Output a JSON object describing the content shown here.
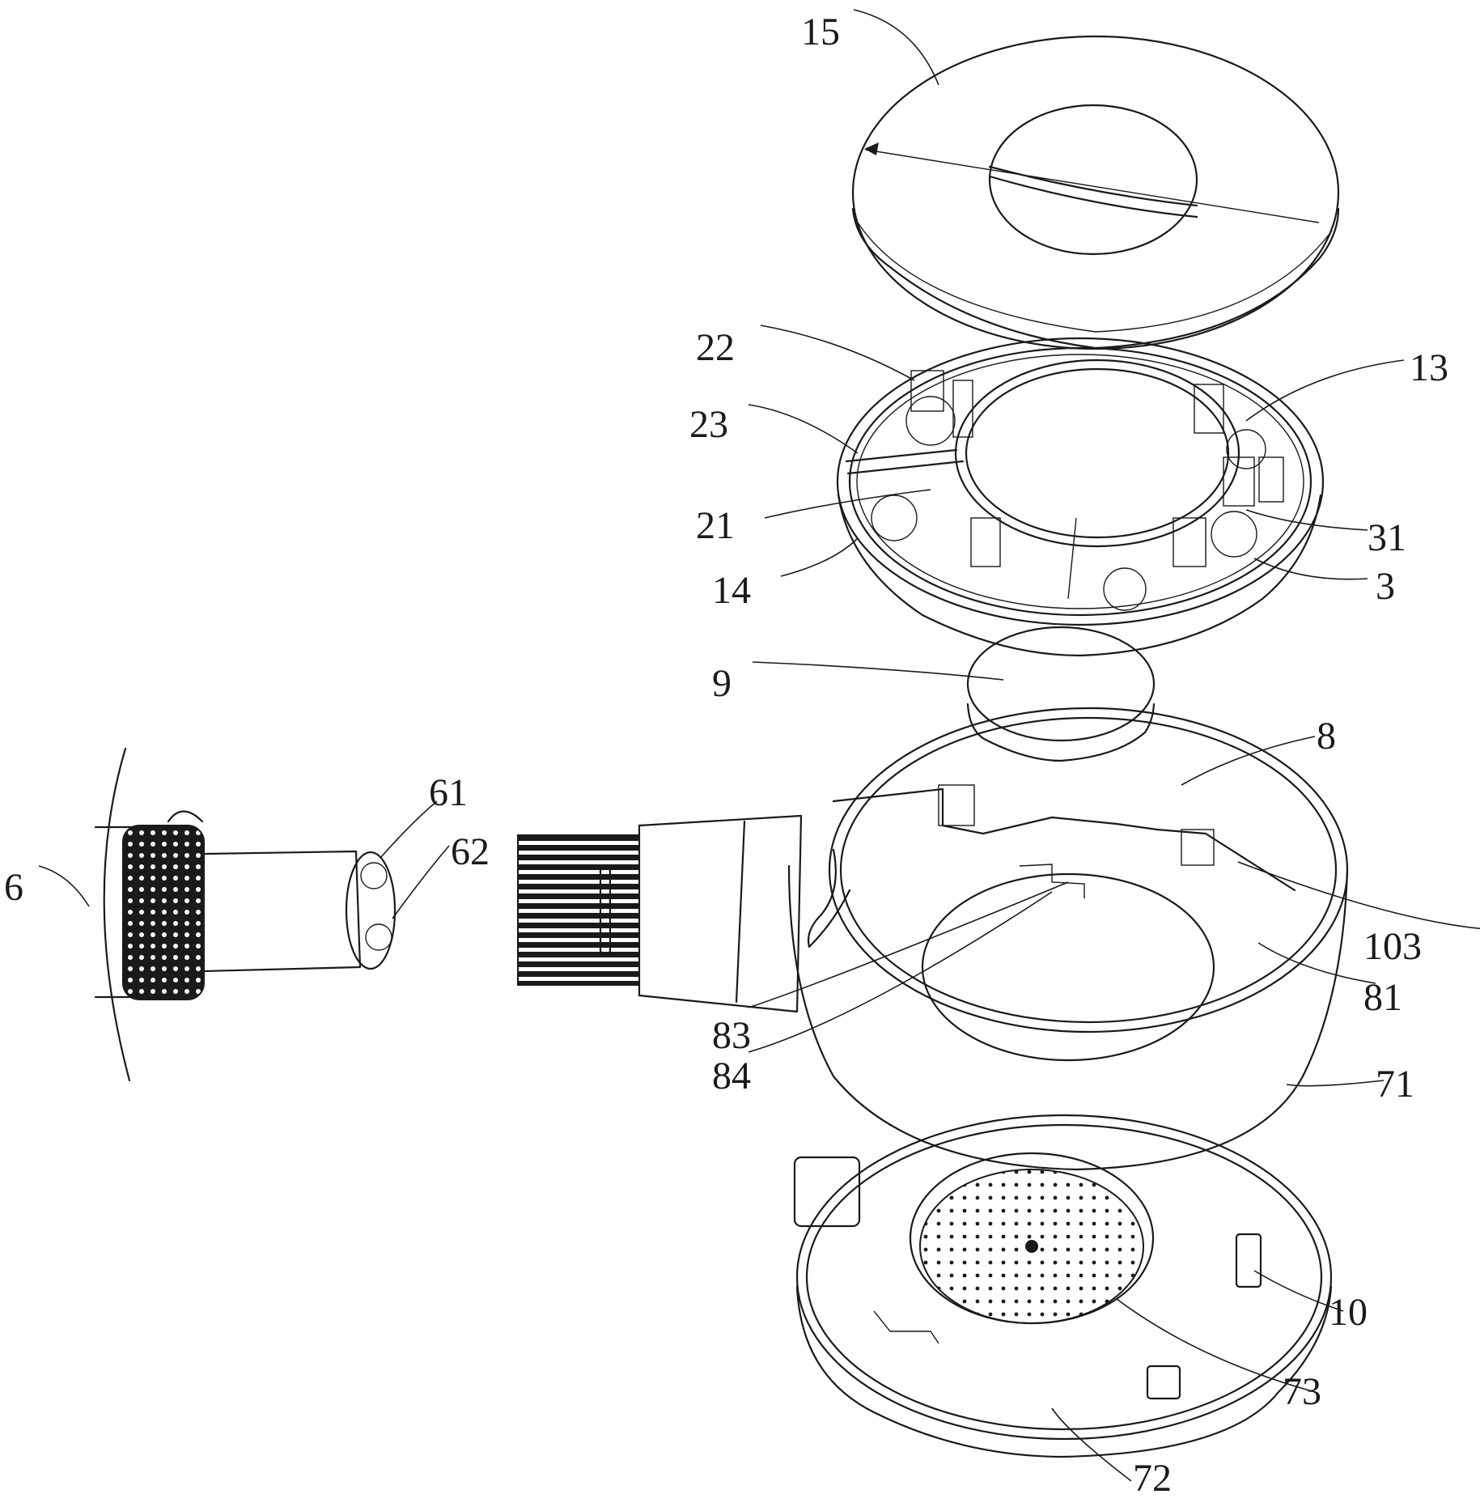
{
  "figure": {
    "labels": {
      "l15": "15",
      "l22": "22",
      "l13": "13",
      "l23": "23",
      "l21": "21",
      "l31": "31",
      "l14": "14",
      "l3": "3",
      "l9": "9",
      "l8": "8",
      "l61": "61",
      "l62": "62",
      "l6": "6",
      "l103": "103",
      "l81": "81",
      "l83": "83",
      "l84": "84",
      "l71": "71",
      "l10": "10",
      "l73": "73",
      "l72": "72"
    }
  }
}
